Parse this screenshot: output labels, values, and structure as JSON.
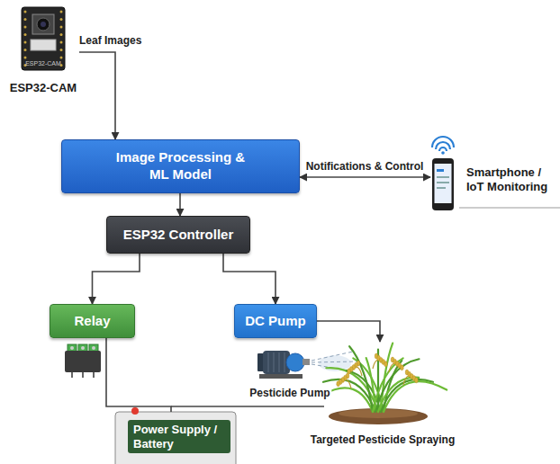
{
  "diagram": {
    "nodes": [
      {
        "text": [
          "ESP32-CAM",
          "ESP32-CAM"
        ]
      },
      {
        "text": [
          "Image Processing & ML Model"
        ]
      },
      {
        "text": [
          "Smartphone / IoT Monitoring"
        ]
      },
      {
        "text": [
          "ESP32 Controller"
        ]
      },
      {
        "text": [
          "Relay"
        ]
      },
      {
        "text": [
          "DC Pump"
        ]
      },
      {
        "text": [
          "Power Supply / Battery"
        ]
      },
      {
        "text": [
          "Targeted Pesticide Spraying"
        ]
      }
    ],
    "edges": [
      {
        "from": 0,
        "to": 1,
        "label": "Leaf Images",
        "arrow": "to"
      },
      {
        "from": 1,
        "to": 2,
        "label": "Notifications & Control",
        "arrow": "both"
      },
      {
        "from": 1,
        "to": 3,
        "arrow": "to"
      },
      {
        "from": 3,
        "to": 4,
        "arrow": "to"
      },
      {
        "from": 3,
        "to": 5,
        "arrow": "to"
      },
      {
        "from": 5,
        "to": 7,
        "arrow": "to"
      },
      {
        "from": 4,
        "to": 6,
        "arrow": "none"
      }
    ],
    "labels": [
      "Pesticide Pump"
    ]
  }
}
